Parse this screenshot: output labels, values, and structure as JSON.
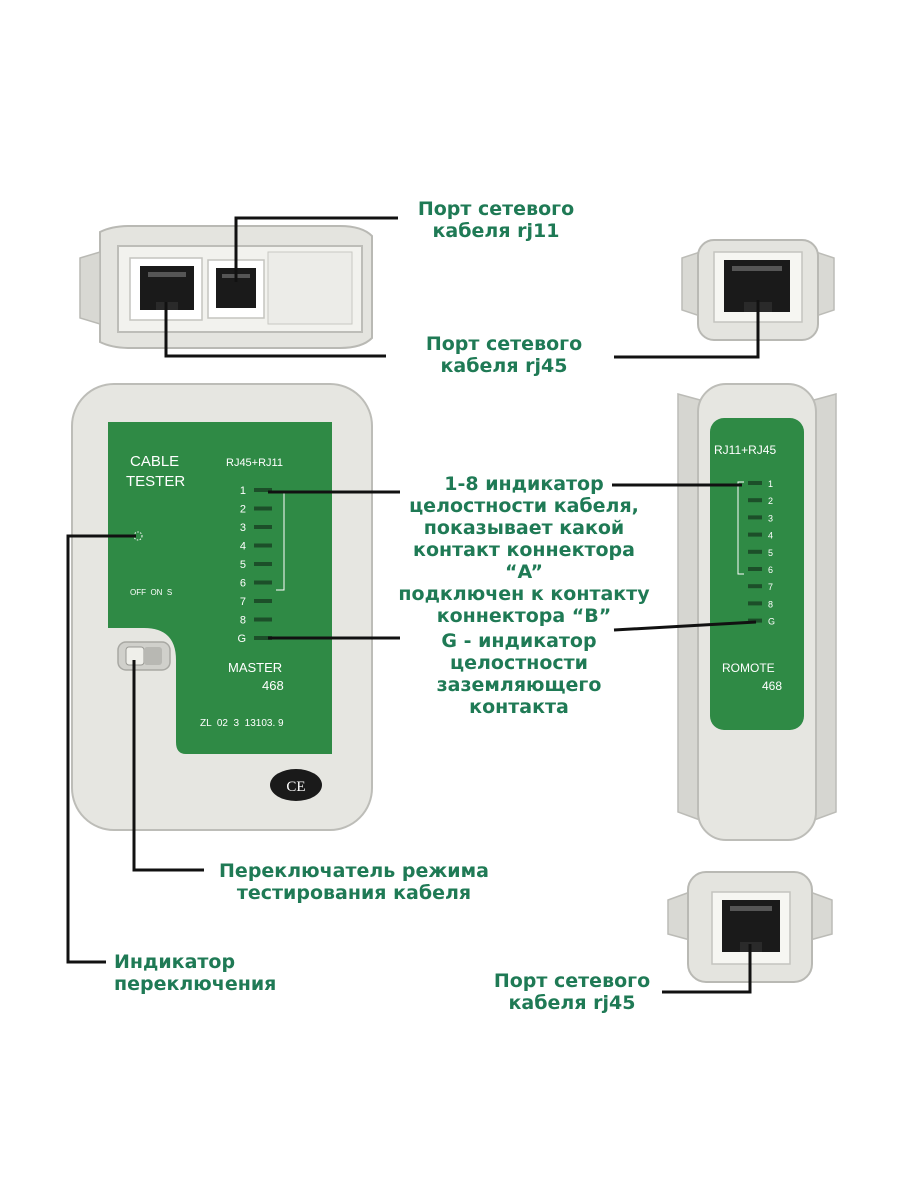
{
  "callouts": {
    "rj11_top": "Порт сетевого\nкабеля rj11",
    "rj45_top": "Порт сетевого\nкабеля rj45",
    "indicator_18": "1-8 индикатор\nцелостности кабеля,\nпоказывает какой\nконтакт коннектора “A”\nподключен к контакту\nконнектора “B”",
    "indicator_g": "G - индикатор\nцелостности\nзаземляющего\nконтакта",
    "mode_switch": "Переключатель режима\nтестирования кабеля",
    "switch_indicator": "Индикатор переключения",
    "rj45_bottom": "Порт сетевого\nкабеля rj45"
  },
  "master": {
    "title_line1": "CABLE",
    "title_line2": "TESTER",
    "port_label": "RJ45+RJ11",
    "leds": [
      "1",
      "2",
      "3",
      "4",
      "5",
      "6",
      "7",
      "8",
      "G"
    ],
    "switch_label": "OFF  ON  S",
    "model_name": "MASTER",
    "model_number": "468",
    "serial": "ZL  02  3  13103. 9",
    "ce_mark": "CE"
  },
  "remote": {
    "port_label": "RJ11+RJ45",
    "leds": [
      "1",
      "2",
      "3",
      "4",
      "5",
      "6",
      "7",
      "8",
      "G"
    ],
    "model_name": "ROMOTE",
    "model_number": "468"
  },
  "colors": {
    "panel_green": "#2f8a45",
    "callout_text": "#1f7a55",
    "body_grey": "#e6e6e1",
    "leader_line": "#111111"
  }
}
